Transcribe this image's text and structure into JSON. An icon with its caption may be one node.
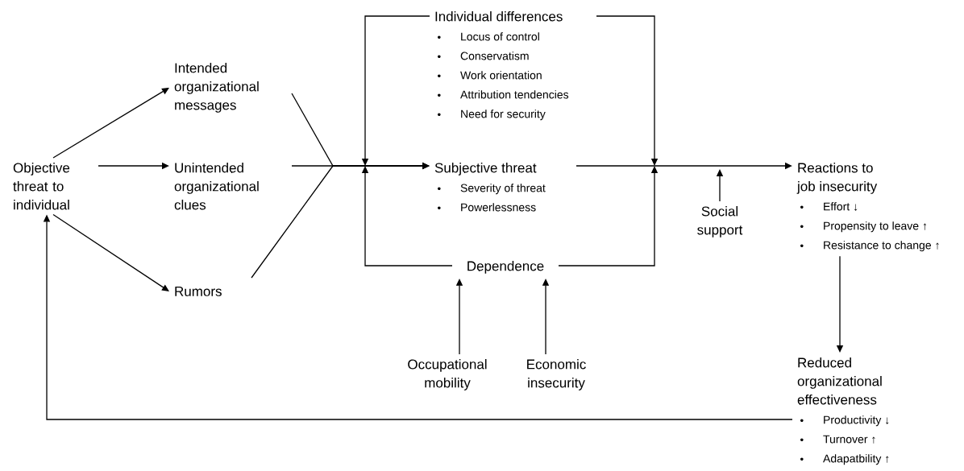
{
  "diagram": {
    "nodes": [
      {
        "text": [
          "Objective threat to individual"
        ]
      },
      {
        "text": [
          "Intended organizational messages"
        ]
      },
      {
        "text": [
          "Unintended organizational clues"
        ]
      },
      {
        "text": [
          "Rumors"
        ]
      },
      {
        "text": [
          "Individual differences",
          "Locus of control",
          "Conservatism",
          "Work orientation",
          "Attribution  tendencies",
          "Need for security"
        ]
      },
      {
        "text": [
          "Subjective threat",
          "Severity of threat",
          "Powerlessness"
        ]
      },
      {
        "text": [
          "Dependence"
        ]
      },
      {
        "text": [
          "Occupational mobility"
        ]
      },
      {
        "text": [
          "Economic insecurity"
        ]
      },
      {
        "text": [
          "Social support"
        ]
      },
      {
        "text": [
          "Reactions to job insecurity",
          "Effort ↓",
          "Propensity to leave ↑",
          "Resistance to change ↑"
        ]
      },
      {
        "text": [
          "Reduced organizational effectiveness",
          "Productivity ↓",
          "Turnover ↑",
          "Adapatbility ↑"
        ]
      }
    ],
    "edges": [
      {
        "from": 0,
        "to": 1,
        "arrow": "to"
      },
      {
        "from": 0,
        "to": 2,
        "arrow": "to"
      },
      {
        "from": 0,
        "to": 3,
        "arrow": "to"
      },
      {
        "from": 1,
        "to": 5,
        "arrow": "to"
      },
      {
        "from": 2,
        "to": 5,
        "arrow": "to"
      },
      {
        "from": 3,
        "to": 5,
        "arrow": "to"
      },
      {
        "from": 4,
        "to": null,
        "arrow": "to"
      },
      {
        "from": 4,
        "to": null,
        "arrow": "to"
      },
      {
        "from": 6,
        "to": null,
        "arrow": "to"
      },
      {
        "from": 6,
        "to": null,
        "arrow": "to"
      },
      {
        "from": 5,
        "to": 10,
        "arrow": "to"
      },
      {
        "from": 7,
        "to": 6,
        "arrow": "to"
      },
      {
        "from": 8,
        "to": 6,
        "arrow": "to"
      },
      {
        "from": 9,
        "to": null,
        "arrow": "to"
      },
      {
        "from": 10,
        "to": 11,
        "arrow": "to"
      },
      {
        "from": 11,
        "to": 0,
        "arrow": "to"
      }
    ]
  }
}
